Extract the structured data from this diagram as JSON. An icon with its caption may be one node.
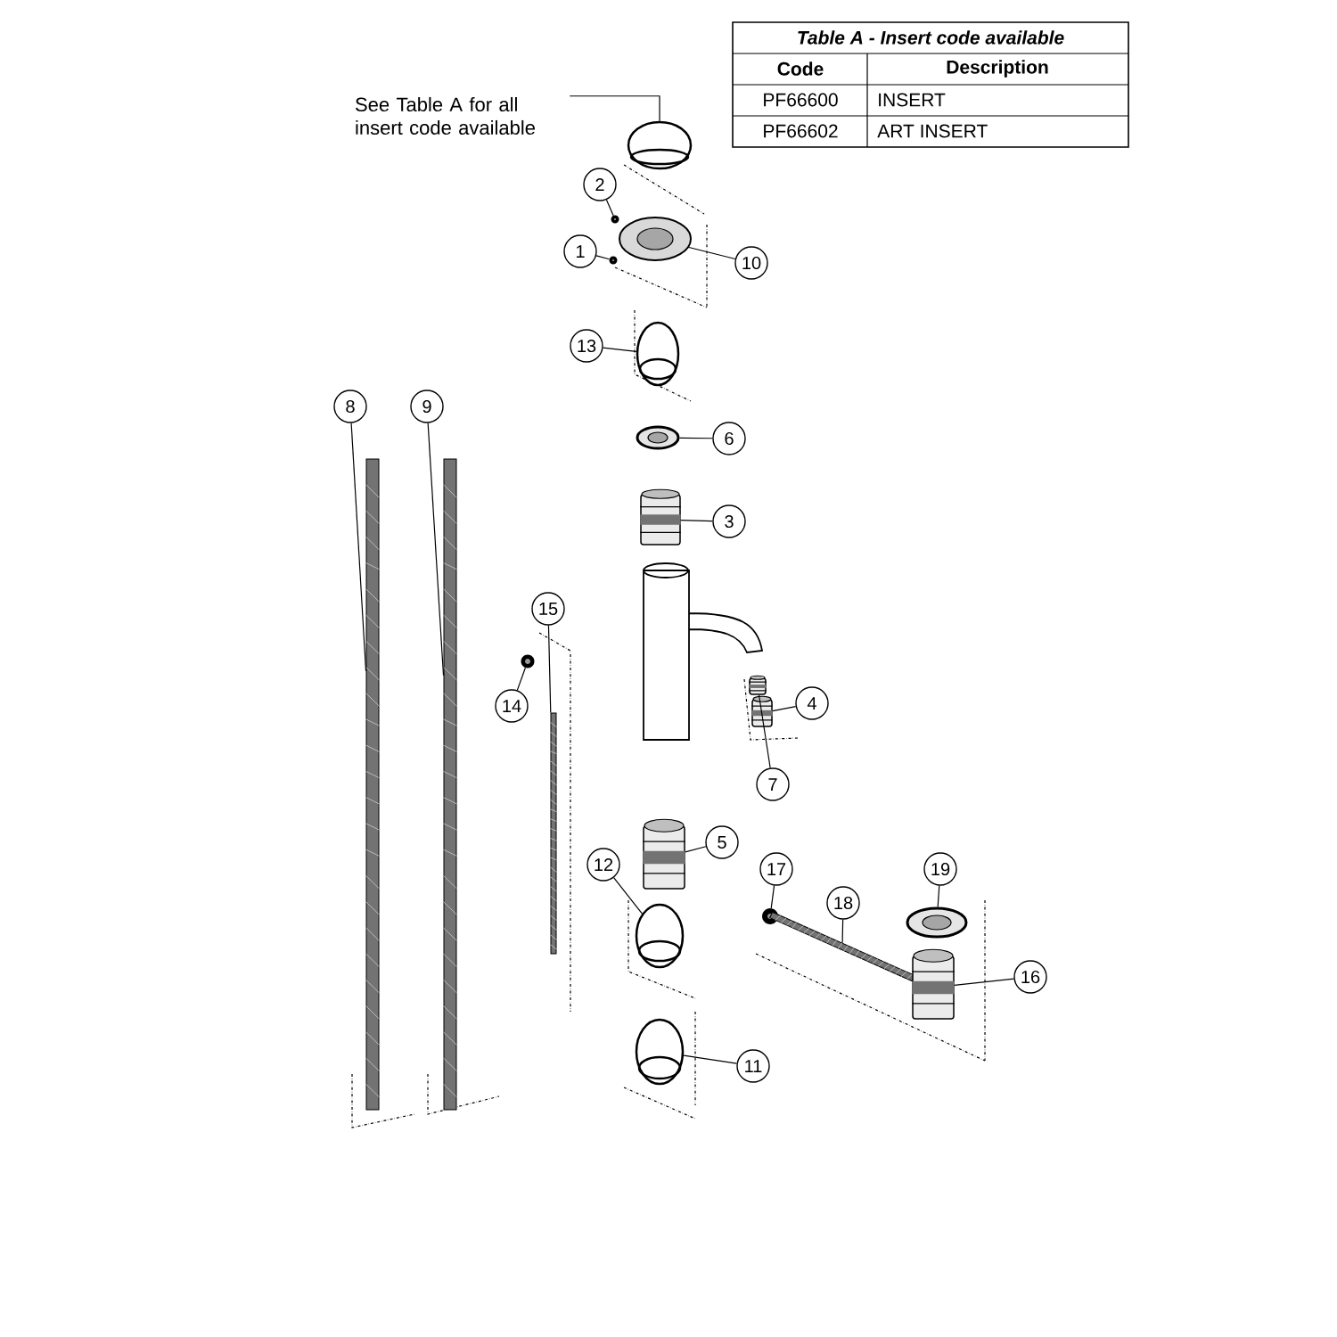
{
  "diagram": {
    "nodes": [
      {
        "text": [
          "See Table A for all insert code available"
        ]
      },
      {
        "text": [
          "2"
        ]
      },
      {
        "text": [
          "1"
        ]
      },
      {
        "text": [
          "10"
        ]
      },
      {
        "text": [
          "13"
        ]
      },
      {
        "text": [
          "8"
        ]
      },
      {
        "text": [
          "9"
        ]
      },
      {
        "text": [
          "6"
        ]
      },
      {
        "text": [
          "3"
        ]
      },
      {
        "text": [
          "15"
        ]
      },
      {
        "text": [
          "4"
        ]
      },
      {
        "text": [
          "14"
        ]
      },
      {
        "text": [
          "7"
        ]
      },
      {
        "text": [
          "5"
        ]
      },
      {
        "text": [
          "12"
        ]
      },
      {
        "text": [
          "17"
        ]
      },
      {
        "text": [
          "19"
        ]
      },
      {
        "text": [
          "18"
        ]
      },
      {
        "text": [
          "16"
        ]
      },
      {
        "text": [
          "11"
        ]
      },
      {
        "text": [],
        "shape": "picture"
      },
      {
        "text": [],
        "shape": "picture"
      },
      {
        "text": [],
        "shape": "picture"
      },
      {
        "text": [],
        "shape": "picture"
      },
      {
        "text": [],
        "shape": "picture"
      },
      {
        "text": [],
        "shape": "picture"
      },
      {
        "text": [],
        "shape": "picture"
      },
      {
        "text": [],
        "shape": "picture"
      },
      {
        "text": [],
        "shape": "picture"
      },
      {
        "text": [],
        "shape": "picture"
      },
      {
        "text": [],
        "shape": "picture"
      },
      {
        "text": [],
        "shape": "picture"
      },
      {
        "text": [],
        "shape": "picture"
      },
      {
        "text": [],
        "shape": "picture"
      },
      {
        "text": [],
        "shape": "picture"
      },
      {
        "text": [],
        "shape": "picture"
      },
      {
        "text": [],
        "shape": "picture"
      },
      {
        "text": [],
        "shape": "picture"
      },
      {
        "text": [],
        "shape": "picture"
      },
      {
        "text": [],
        "shape": "picture"
      }
    ],
    "edges": [
      {
        "from": 0,
        "to": 20,
        "arrow": "none"
      },
      {
        "from": 1,
        "to": 21,
        "arrow": "none"
      },
      {
        "from": 2,
        "to": 22,
        "arrow": "none"
      },
      {
        "from": 3,
        "to": 23,
        "arrow": "none"
      },
      {
        "from": 4,
        "to": 24,
        "arrow": "none"
      },
      {
        "from": 5,
        "to": 31,
        "arrow": "none"
      },
      {
        "from": 6,
        "to": 32,
        "arrow": "none"
      },
      {
        "from": 7,
        "to": 25,
        "arrow": "none"
      },
      {
        "from": 8,
        "to": 26,
        "arrow": "none"
      },
      {
        "from": 9,
        "to": 33,
        "arrow": "none"
      },
      {
        "from": 10,
        "to": 39,
        "arrow": "none"
      },
      {
        "from": 11,
        "to": 34,
        "arrow": "none"
      },
      {
        "from": 12,
        "to": 27,
        "arrow": "none"
      },
      {
        "from": 13,
        "to": 28,
        "arrow": "none"
      },
      {
        "from": 14,
        "to": 29,
        "arrow": "none"
      },
      {
        "from": 15,
        "to": 35,
        "arrow": "none"
      },
      {
        "from": 16,
        "to": 37,
        "arrow": "none"
      },
      {
        "from": 17,
        "to": 36,
        "arrow": "none"
      },
      {
        "from": 18,
        "to": 38,
        "arrow": "none"
      },
      {
        "from": 19,
        "to": 30,
        "arrow": "none"
      }
    ],
    "labels": [
      "Table A - Insert code available",
      "Code",
      "Description",
      "PF66600",
      "INSERT",
      "PF66602",
      "ART INSERT"
    ]
  }
}
